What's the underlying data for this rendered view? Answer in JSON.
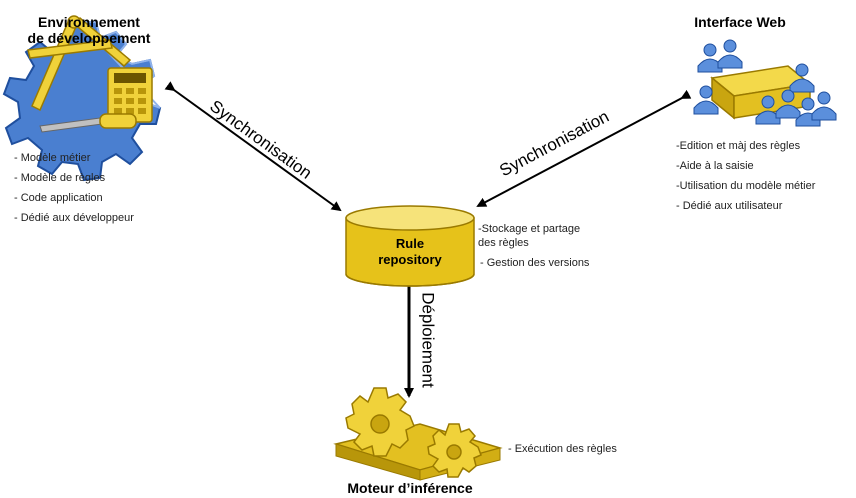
{
  "dev_env": {
    "title_line1": "Environnement",
    "title_line2": "de développement",
    "items": [
      "- Modèle métier",
      "- Modèle de règles",
      "- Code application",
      "- Dédié aux développeur"
    ]
  },
  "web": {
    "title": "Interface Web",
    "items": [
      "-Edition et màj des règles",
      "-Aide à la saisie",
      "-Utilisation du modèle métier",
      "- Dédié aux utilisateur"
    ]
  },
  "repository": {
    "label_line1": "Rule",
    "label_line2": "repository",
    "note1_line1": "-Stockage et partage",
    "note1_line2": "des règles",
    "note2": "- Gestion des versions"
  },
  "engine": {
    "title": "Moteur d’inférence",
    "note": "- Exécution des règles"
  },
  "connectors": {
    "left_sync": "Synchronisation",
    "right_sync": "Synchronisation",
    "deploy": "Déploiement"
  },
  "colors": {
    "gold": "#e6c21a",
    "gold_dark": "#b08a00",
    "blue": "#4a7fd0",
    "blue_dark": "#1f4f9e"
  }
}
